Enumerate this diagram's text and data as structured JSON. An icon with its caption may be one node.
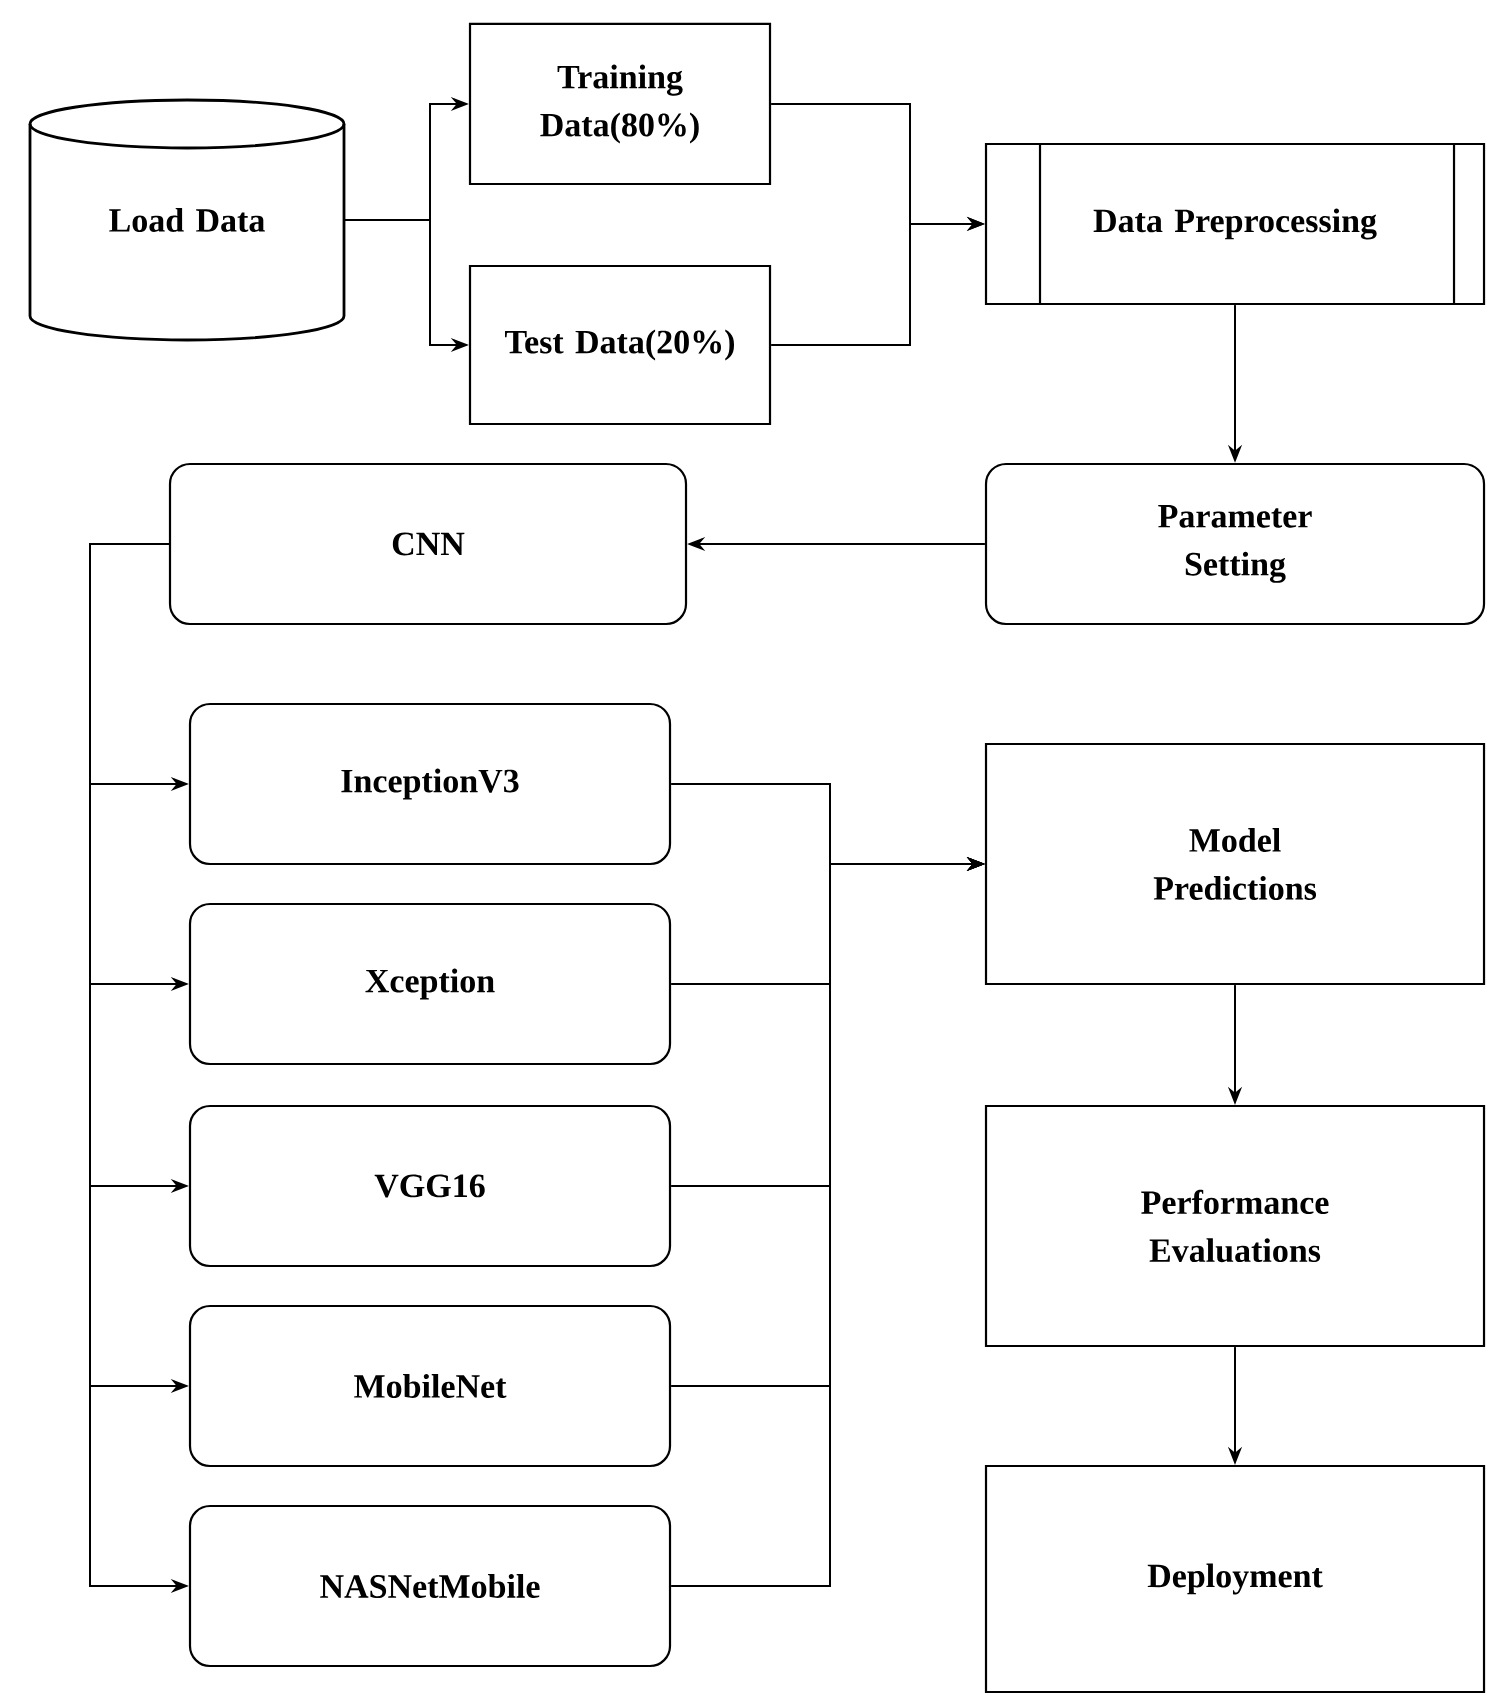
{
  "diagram": {
    "nodes": [
      {
        "text": [
          "Load Data"
        ]
      },
      {
        "text": [
          "Training Data(80%)"
        ]
      },
      {
        "text": [
          "Test Data(20%)"
        ]
      },
      {
        "text": [
          "Data Preprocessing"
        ]
      },
      {
        "text": [
          "Parameter Setting"
        ]
      },
      {
        "text": [
          "CNN"
        ]
      },
      {
        "text": [
          "InceptionV3"
        ]
      },
      {
        "text": [
          "Xception"
        ]
      },
      {
        "text": [
          "VGG16"
        ]
      },
      {
        "text": [
          "MobileNet"
        ]
      },
      {
        "text": [
          "NASNetMobile"
        ]
      },
      {
        "text": [
          "Model Predictions"
        ]
      },
      {
        "text": [
          "Performance Evaluations"
        ]
      },
      {
        "text": [
          "Deployment"
        ]
      }
    ],
    "edges": [
      {
        "from": 0,
        "to": 1,
        "arrow": "to"
      },
      {
        "from": 0,
        "to": 2,
        "arrow": "to"
      },
      {
        "from": 1,
        "to": 3,
        "arrow": "to"
      },
      {
        "from": 2,
        "to": 3,
        "arrow": "to"
      },
      {
        "from": 3,
        "to": 4,
        "arrow": "to"
      },
      {
        "from": 4,
        "to": 5,
        "arrow": "to"
      },
      {
        "from": 5,
        "to": 6,
        "arrow": "to"
      },
      {
        "from": 5,
        "to": 7,
        "arrow": "to"
      },
      {
        "from": 5,
        "to": 8,
        "arrow": "to"
      },
      {
        "from": 5,
        "to": 9,
        "arrow": "to"
      },
      {
        "from": 5,
        "to": 10,
        "arrow": "to"
      },
      {
        "from": 6,
        "to": 11,
        "arrow": "to"
      },
      {
        "from": 7,
        "to": 11,
        "arrow": "to"
      },
      {
        "from": 8,
        "to": 11,
        "arrow": "to"
      },
      {
        "from": 9,
        "to": 11,
        "arrow": "to"
      },
      {
        "from": 10,
        "to": 11,
        "arrow": "to"
      },
      {
        "from": 11,
        "to": 12,
        "arrow": "to"
      },
      {
        "from": 12,
        "to": 13,
        "arrow": "to"
      }
    ]
  }
}
